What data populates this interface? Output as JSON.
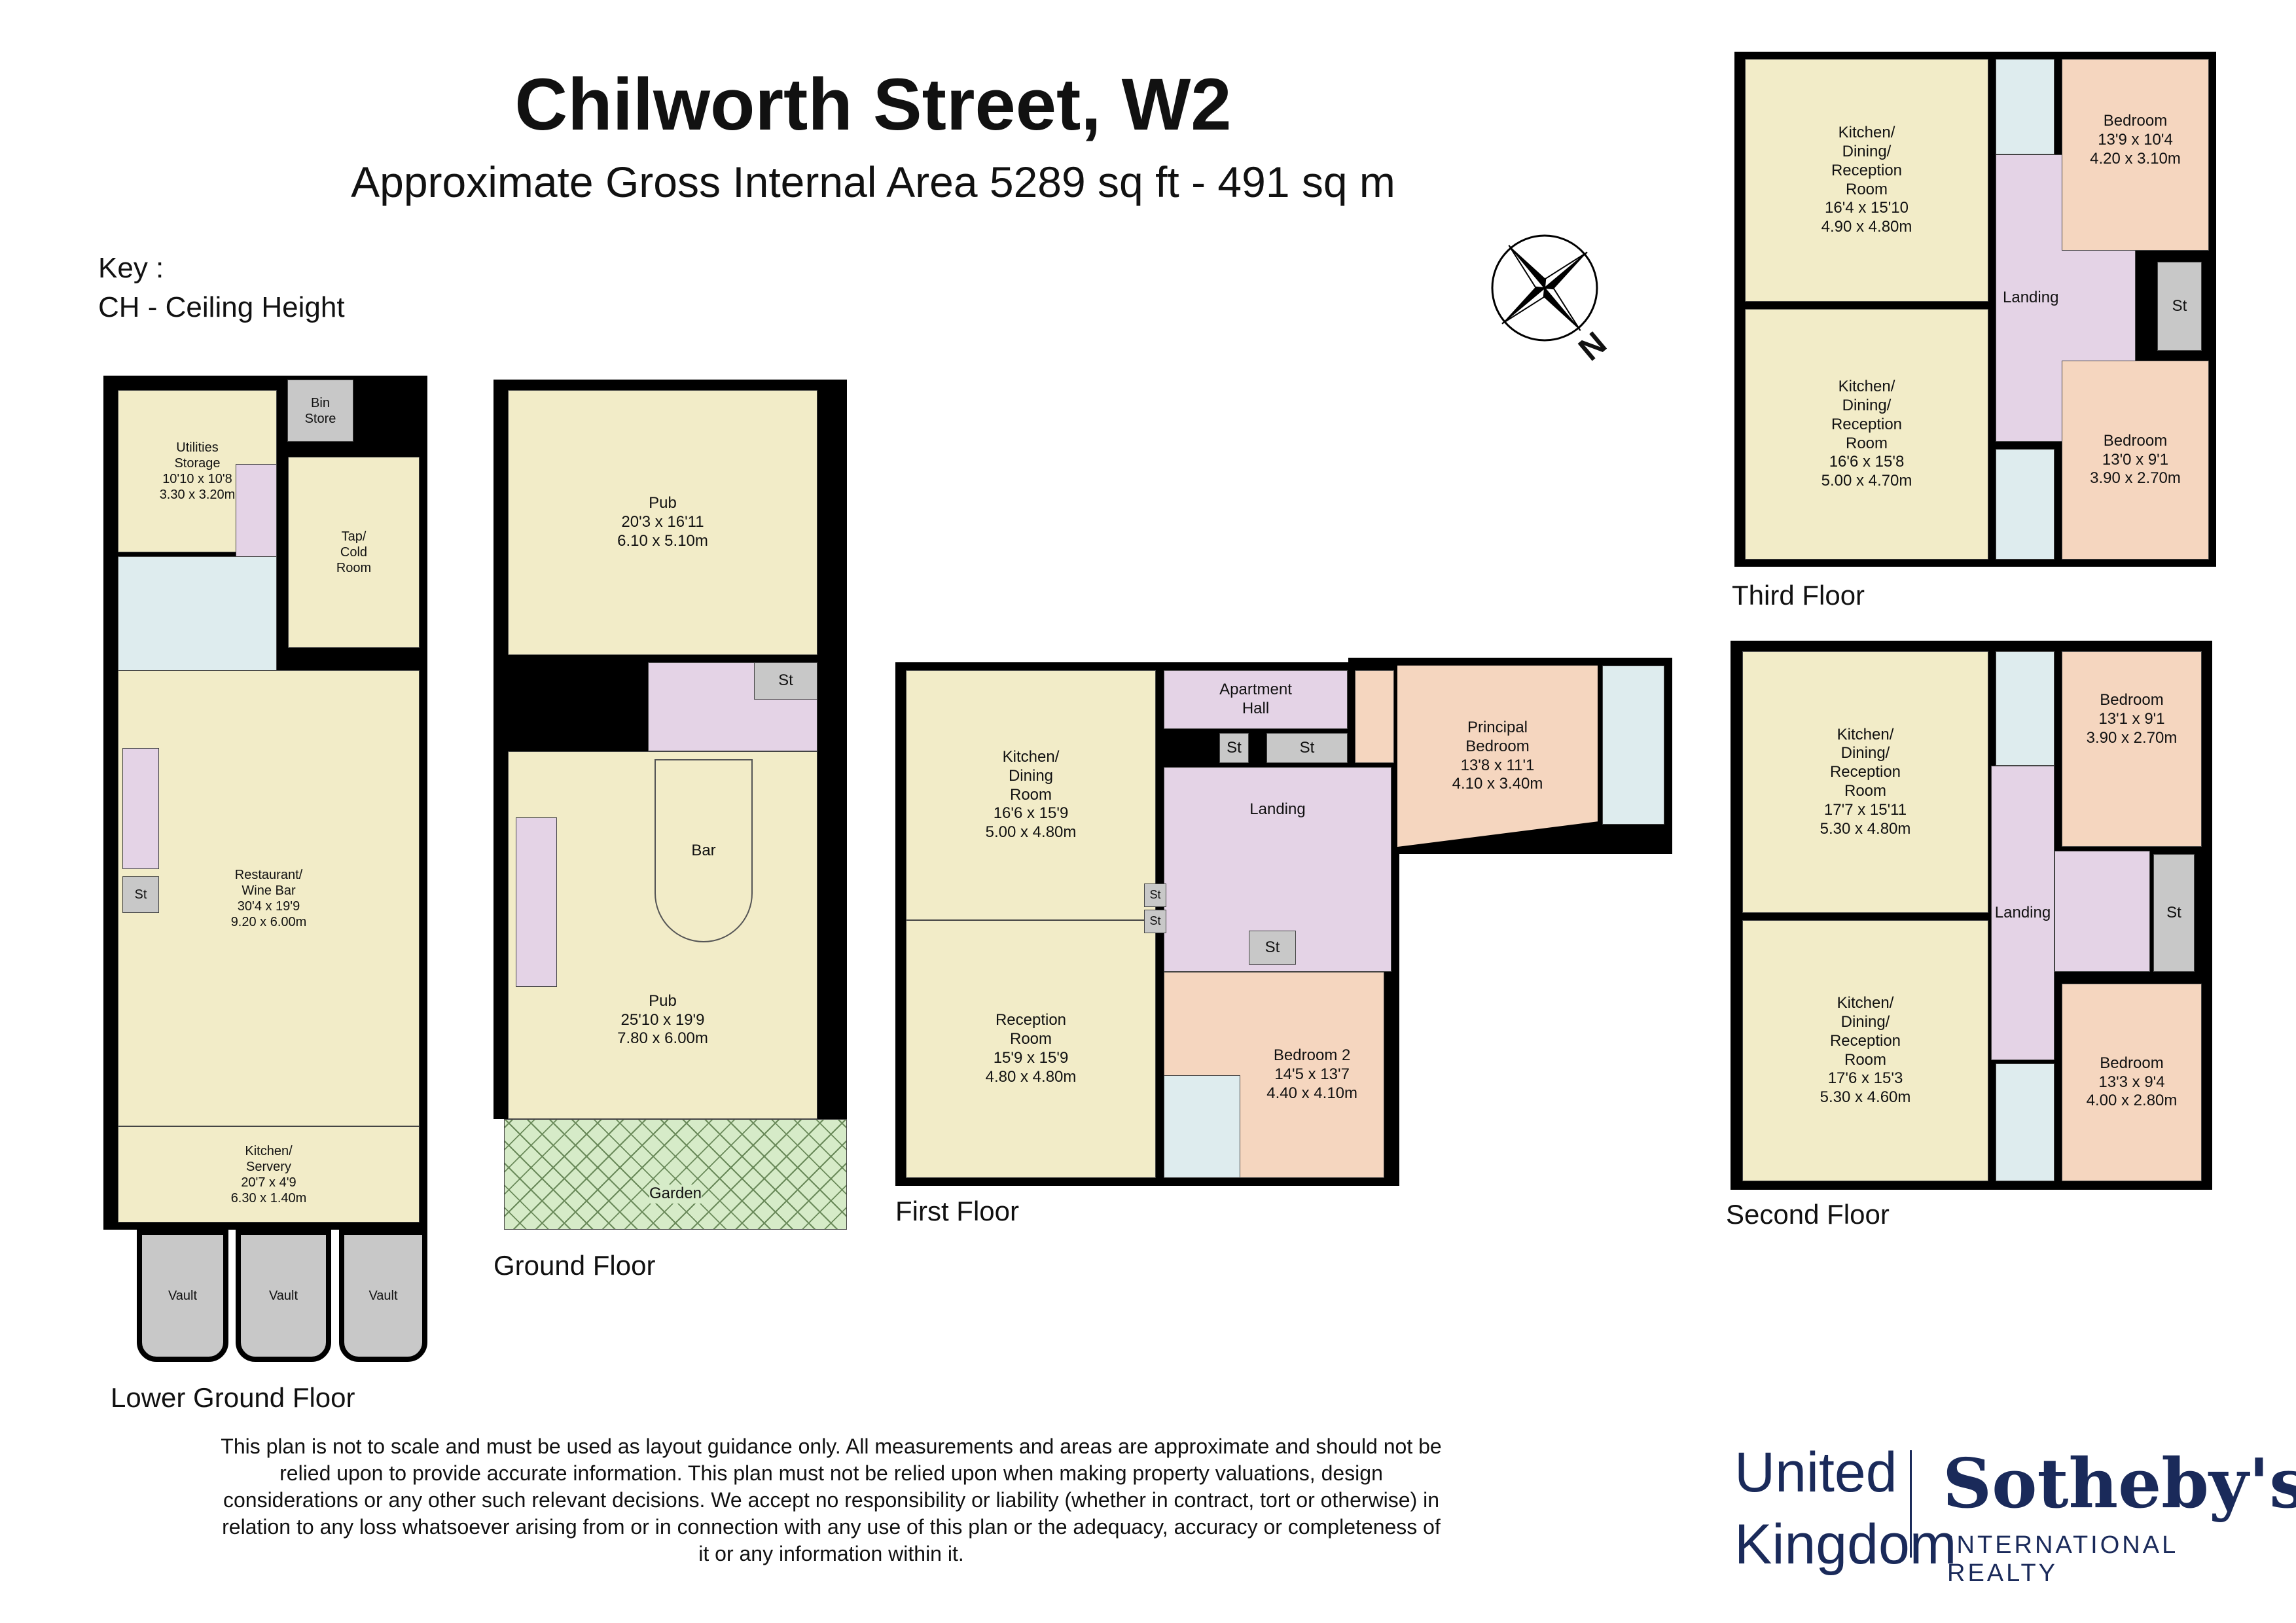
{
  "header": {
    "title": "Chilworth Street, W2",
    "subtitle": "Approximate Gross Internal Area 5289 sq ft - 491 sq m",
    "key_label": "Key :",
    "key_item": "CH - Ceiling Height"
  },
  "compass": {
    "label": "N",
    "icon": "compass-rose-icon"
  },
  "colors": {
    "reception": "#f2ecc8",
    "bedroom": "#f5d6bf",
    "circulation": "#e4d3e6",
    "bathroom": "#deecee",
    "storage": "#c8c8c8",
    "garden": "#d6ebc8",
    "walls": "#000000",
    "brand": "#1a2a5a"
  },
  "floors": {
    "lower_ground": {
      "label": "Lower Ground Floor",
      "rooms": [
        {
          "name": "Utilities\nStorage",
          "imperial": "10'10 x 10'8",
          "metric": "3.30 x 3.20m"
        },
        {
          "name": "Bin\nStore"
        },
        {
          "name": "Tap/\nCold\nRoom"
        },
        {
          "name": "Restaurant/\nWine Bar",
          "imperial": "30'4 x 19'9",
          "metric": "9.20 x 6.00m"
        },
        {
          "name": "Kitchen/\nServery",
          "imperial": "20'7 x 4'9",
          "metric": "6.30 x 1.40m"
        },
        {
          "name": "St"
        },
        {
          "name": "Vault"
        },
        {
          "name": "Vault"
        },
        {
          "name": "Vault"
        }
      ]
    },
    "ground": {
      "label": "Ground Floor",
      "rooms": [
        {
          "name": "Pub",
          "imperial": "20'3 x 16'11",
          "metric": "6.10 x 5.10m"
        },
        {
          "name": "St"
        },
        {
          "name": "Bar"
        },
        {
          "name": "Pub",
          "imperial": "25'10 x 19'9",
          "metric": "7.80 x 6.00m"
        },
        {
          "name": "Garden"
        }
      ]
    },
    "first": {
      "label": "First Floor",
      "rooms": [
        {
          "name": "Kitchen/\nDining\nRoom",
          "imperial": "16'6 x 15'9",
          "metric": "5.00 x 4.80m"
        },
        {
          "name": "Reception\nRoom",
          "imperial": "15'9 x 15'9",
          "metric": "4.80 x 4.80m"
        },
        {
          "name": "Apartment\nHall"
        },
        {
          "name": "St"
        },
        {
          "name": "St"
        },
        {
          "name": "Landing"
        },
        {
          "name": "St"
        },
        {
          "name": "Bedroom 2",
          "imperial": "14'5 x 13'7",
          "metric": "4.40 x 4.10m"
        },
        {
          "name": "Principal\nBedroom",
          "imperial": "13'8 x 11'1",
          "metric": "4.10 x 3.40m"
        },
        {
          "name": "St"
        },
        {
          "name": "St"
        }
      ]
    },
    "third": {
      "label": "Third Floor",
      "rooms": [
        {
          "name": "Kitchen/\nDining/\nReception\nRoom",
          "imperial": "16'4 x 15'10",
          "metric": "4.90 x 4.80m"
        },
        {
          "name": "Kitchen/\nDining/\nReception\nRoom",
          "imperial": "16'6 x 15'8",
          "metric": "5.00 x 4.70m"
        },
        {
          "name": "Landing"
        },
        {
          "name": "St"
        },
        {
          "name": "Bedroom",
          "imperial": "13'9 x 10'4",
          "metric": "4.20 x 3.10m"
        },
        {
          "name": "Bedroom",
          "imperial": "13'0 x 9'1",
          "metric": "3.90 x 2.70m"
        }
      ]
    },
    "second": {
      "label": "Second Floor",
      "rooms": [
        {
          "name": "Kitchen/\nDining/\nReception\nRoom",
          "imperial": "17'7 x 15'11",
          "metric": "5.30 x 4.80m"
        },
        {
          "name": "Kitchen/\nDining/\nReception\nRoom",
          "imperial": "17'6 x 15'3",
          "metric": "5.30 x 4.60m"
        },
        {
          "name": "Landing"
        },
        {
          "name": "St"
        },
        {
          "name": "Bedroom",
          "imperial": "13'1 x 9'1",
          "metric": "3.90 x 2.70m"
        },
        {
          "name": "Bedroom",
          "imperial": "13'3 x 9'4",
          "metric": "4.00 x 2.80m"
        }
      ]
    }
  },
  "disclaimer": "This plan is not to scale and must be used as layout guidance only. All measurements and areas are approximate and should not be relied upon to provide accurate information. This plan must not be relied upon when making property valuations, design considerations or any other such relevant decisions. We accept no responsibility or liability (whether in contract, tort or otherwise) in relation to any loss whatsoever arising from or in connection with any use of this plan or the adequacy, accuracy or completeness of it or any information within it.",
  "logo": {
    "united": "United",
    "kingdom": "Kingdom",
    "brand": "Sotheby's",
    "tagline": "INTERNATIONAL REALTY"
  }
}
